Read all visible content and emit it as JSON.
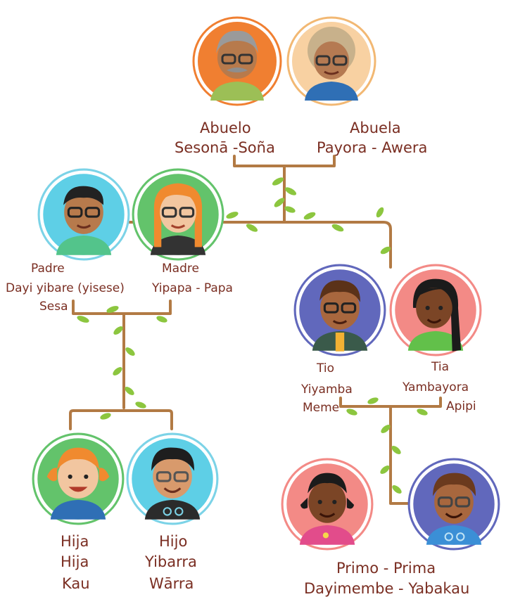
{
  "colors": {
    "text": "#7a2e22",
    "branch": "#b27a44",
    "leaf": "#8cc63f"
  },
  "grandparents": {
    "abuelo": {
      "line1": "Abuelo",
      "line2": "Sesonā -Soña",
      "bg": "#f07f31",
      "ring": "#f07f31",
      "icon": "grandfather-icon"
    },
    "abuela": {
      "line1": "Abuela",
      "line2": "Payora - Awera",
      "bg": "#f8d1a2",
      "ring": "#f2b873",
      "icon": "grandmother-icon"
    }
  },
  "parents": {
    "padre": {
      "line1": "Padre",
      "line2": "Dayi yibare (yisese)",
      "line3": "Sesa",
      "bg": "#5ecfe6",
      "ring": "#7cd3e7",
      "icon": "father-icon"
    },
    "madre": {
      "line1": "Madre",
      "line2": "Yipapa - Papa",
      "bg": "#63c36b",
      "ring": "#63c36b",
      "icon": "mother-icon"
    }
  },
  "aunt_uncle": {
    "tio": {
      "line1": "Tio",
      "line2": "Yiyamba",
      "line3": "Meme",
      "bg": "#6168bc",
      "ring": "#6168bc",
      "icon": "uncle-icon"
    },
    "tia": {
      "line1": "Tia",
      "line2": "Yambayora",
      "line3": "Apipi",
      "bg": "#f38a86",
      "ring": "#f38a86",
      "icon": "aunt-icon"
    }
  },
  "children": {
    "hija": {
      "line1": "Hija",
      "line2": "Hija",
      "line3": "Kau",
      "bg": "#63c36b",
      "ring": "#63c36b",
      "icon": "daughter-icon"
    },
    "hijo": {
      "line1": "Hijo",
      "line2": "Yibarra",
      "line3": "Wārra",
      "bg": "#5ecfe6",
      "ring": "#7cd3e7",
      "icon": "son-icon"
    }
  },
  "cousins": {
    "prima": {
      "bg": "#f38a86",
      "ring": "#f38a86",
      "icon": "girl-cousin-icon"
    },
    "primo": {
      "bg": "#6168bc",
      "ring": "#6168bc",
      "icon": "boy-cousin-icon"
    },
    "line1": "Primo - Prima",
    "line2": "Dayimembe - Yabakau"
  }
}
